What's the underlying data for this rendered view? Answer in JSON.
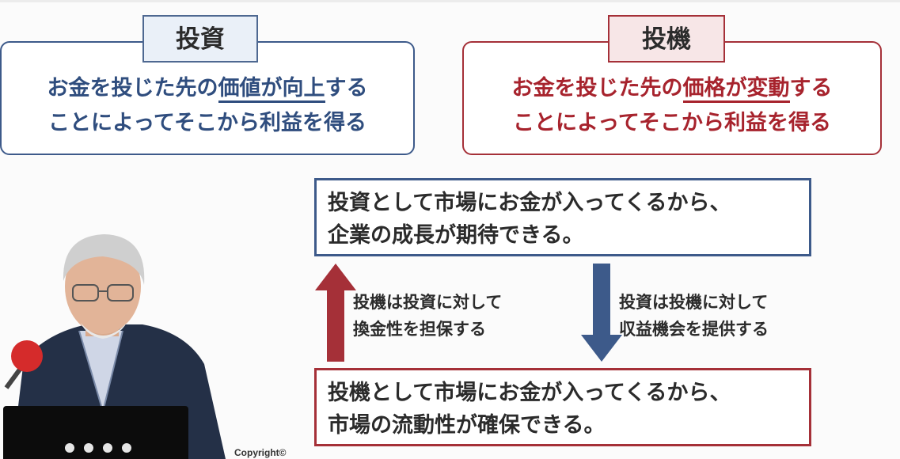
{
  "investment": {
    "tag": "投資",
    "line1_a": "お金を投じた先の",
    "line1_b": "価値が向上",
    "line1_c": "する",
    "line2": "ことによってそこから利益を得る",
    "color": "#3d5a8a"
  },
  "speculation": {
    "tag": "投機",
    "line1_a": "お金を投じた先の",
    "line1_b": "価格が変動",
    "line1_c": "する",
    "line2": "ことによってそこから利益を得る",
    "color": "#a53038"
  },
  "top_box": {
    "line1": "投資として市場にお金が入ってくるから、",
    "line2": "企業の成長が期待できる。"
  },
  "bottom_box": {
    "line1": "投機として市場にお金が入ってくるから、",
    "line2": "市場の流動性が確保できる。"
  },
  "up_arrow_note": {
    "line1": "投機は投資に対して",
    "line2": "換金性を担保する",
    "icon": "arrow-up-icon"
  },
  "down_arrow_note": {
    "line1": "投資は投機に対して",
    "line2": "収益機会を提供する",
    "icon": "arrow-down-icon"
  },
  "footer": {
    "copyright": "Copyright©"
  }
}
